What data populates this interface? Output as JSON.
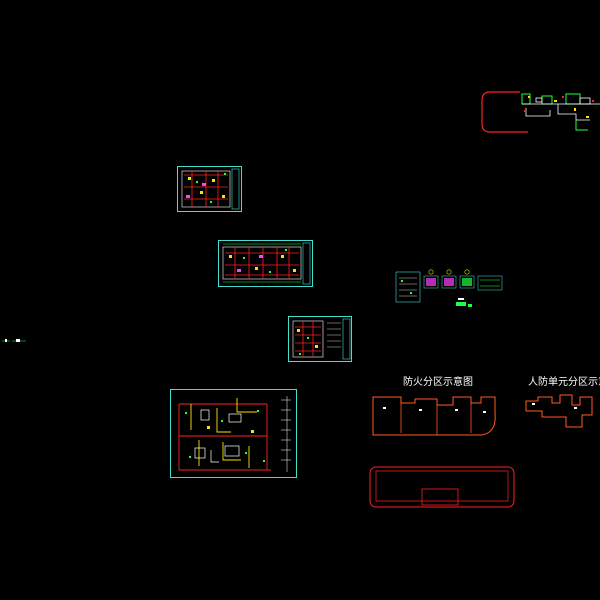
{
  "viewer": {
    "title": "CAD drawing overview"
  },
  "labels": {
    "fire_zone": "防火分区示意图",
    "civil_defense_zone": "人防单元分区示意图",
    "left_note": "~ullb/ba.cross"
  },
  "colors": {
    "background": "#000000",
    "frame": "#3fe0d0",
    "outline": "#ff5a1f",
    "wall": "#ffffff",
    "red": "#ff2020",
    "yellow": "#ffe000",
    "green": "#20ff40",
    "magenta": "#ff40ff",
    "cyan": "#40e0ff"
  },
  "sheets": [
    {
      "name": "sheet-plan-small-top"
    },
    {
      "name": "sheet-plan-wide"
    },
    {
      "name": "sheet-plan-mid"
    },
    {
      "name": "sheet-plan-basement"
    },
    {
      "name": "sheet-detail-group"
    }
  ]
}
